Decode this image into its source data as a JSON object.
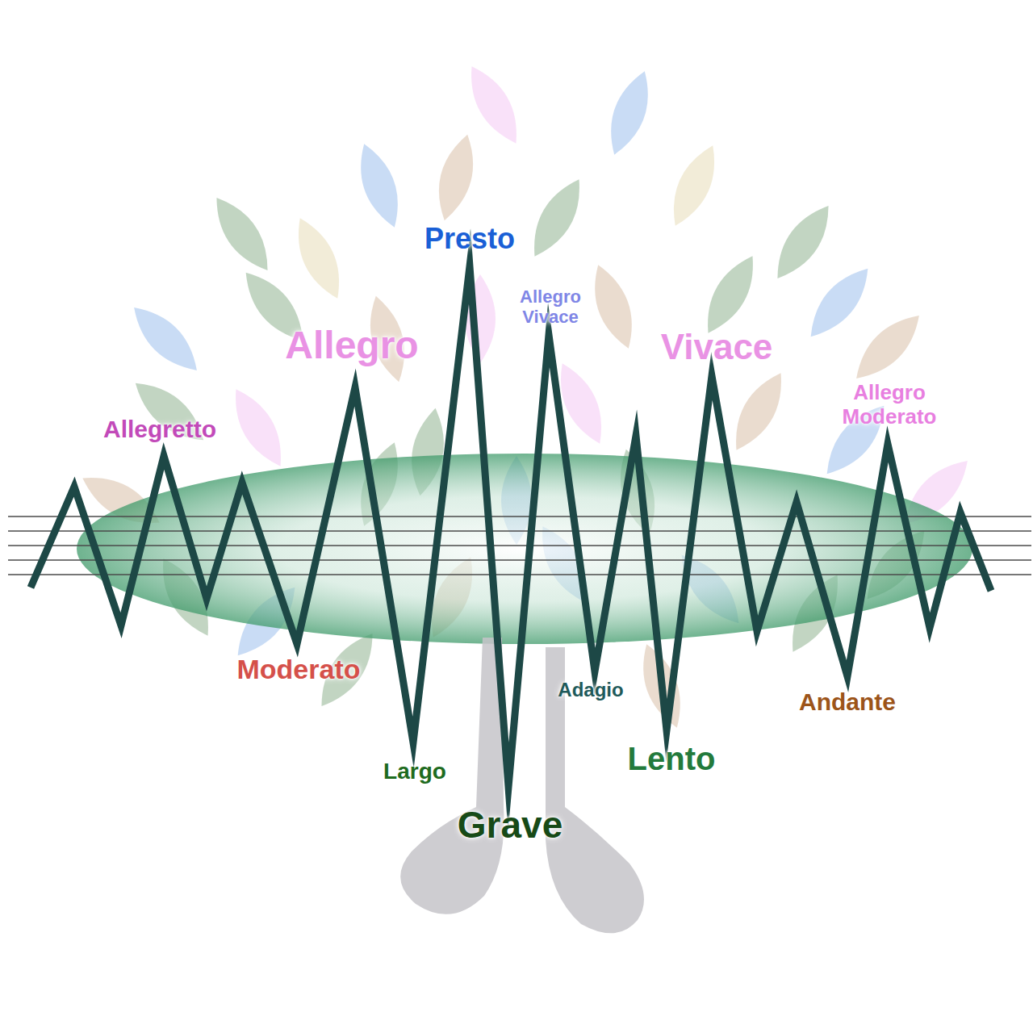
{
  "diagram": {
    "labels": [
      "Presto",
      "Allegro Vivace",
      "Allegro",
      "Vivace",
      "Allegretto",
      "Allegro Moderato",
      "Moderato",
      "Largo",
      "Grave",
      "Adagio",
      "Lento",
      "Andante"
    ]
  }
}
